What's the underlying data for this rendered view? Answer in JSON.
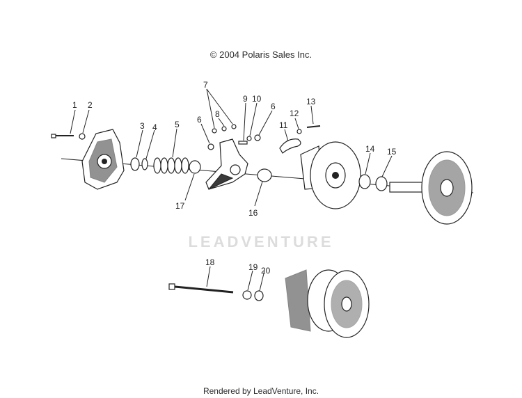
{
  "copyright": "© 2004 Polaris Sales Inc.",
  "watermark": "LEADVENTURE",
  "footer": "Rendered by LeadVenture, Inc.",
  "callouts": [
    "1",
    "2",
    "3",
    "4",
    "5",
    "6",
    "7",
    "8",
    "9",
    "10",
    "6",
    "11",
    "12",
    "13",
    "14",
    "15",
    "16",
    "17",
    "18",
    "19",
    "20"
  ]
}
